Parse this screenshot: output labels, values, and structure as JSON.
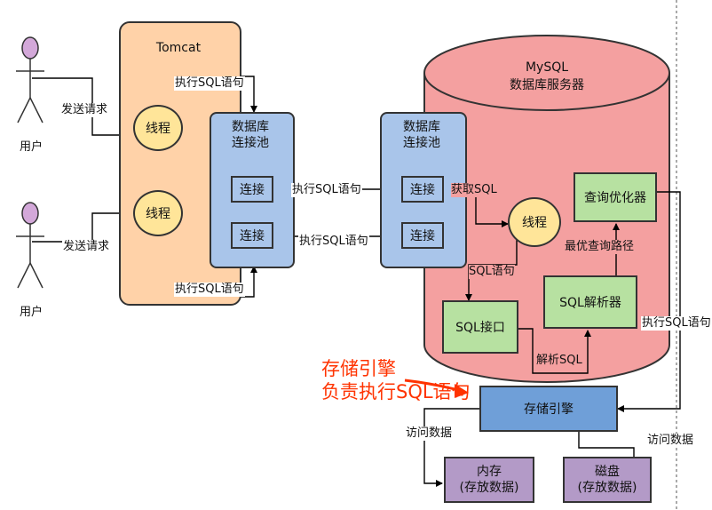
{
  "users": [
    {
      "label": "用户"
    },
    {
      "label": "用户"
    }
  ],
  "send_request_labels": [
    "发送请求",
    "发送请求"
  ],
  "tomcat": {
    "title": "Tomcat",
    "threads": [
      "线程",
      "线程"
    ],
    "exec_sql_top": "执行SQL语句",
    "exec_sql_bottom": "执行SQL语句"
  },
  "left_pool": {
    "title_line1": "数据库",
    "title_line2": "连接池",
    "connections": [
      "连接",
      "连接"
    ]
  },
  "middle_labels": [
    "执行SQL语句",
    "执行SQL语句"
  ],
  "right_pool": {
    "title_line1": "数据库",
    "title_line2": "连接池",
    "connections": [
      "连接",
      "连接"
    ]
  },
  "mysql": {
    "title_line1": "MySQL",
    "title_line2": "数据库服务器",
    "fetch_sql": "获取SQL",
    "thread": "线程",
    "sql_statement": "SQL语句",
    "sql_interface": "SQL接口",
    "parse_sql": "解析SQL",
    "sql_parser": "SQL解析器",
    "best_path": "最优查询路径",
    "optimizer": "查询优化器",
    "exec_sql": "执行SQL语句",
    "storage_engine": "存储引擎"
  },
  "annotation": {
    "line1": "存储引擎",
    "line2": "负责执行SQL语句"
  },
  "access_data_labels": [
    "访问数据",
    "访问数据"
  ],
  "memory": {
    "line1": "内存",
    "line2": "(存放数据)"
  },
  "disk": {
    "line1": "磁盘",
    "line2": "(存放数据)"
  },
  "colors": {
    "tomcat_bg": "#ffd2a8",
    "thread_bg": "#ffe599",
    "pool_bg": "#a9c5ea",
    "mysql_bg": "#f4a0a0",
    "component_bg": "#b7e1a1",
    "engine_bg": "#6f9fd8",
    "storage_bg": "#b39ac7",
    "annotation": "#ff3300"
  }
}
